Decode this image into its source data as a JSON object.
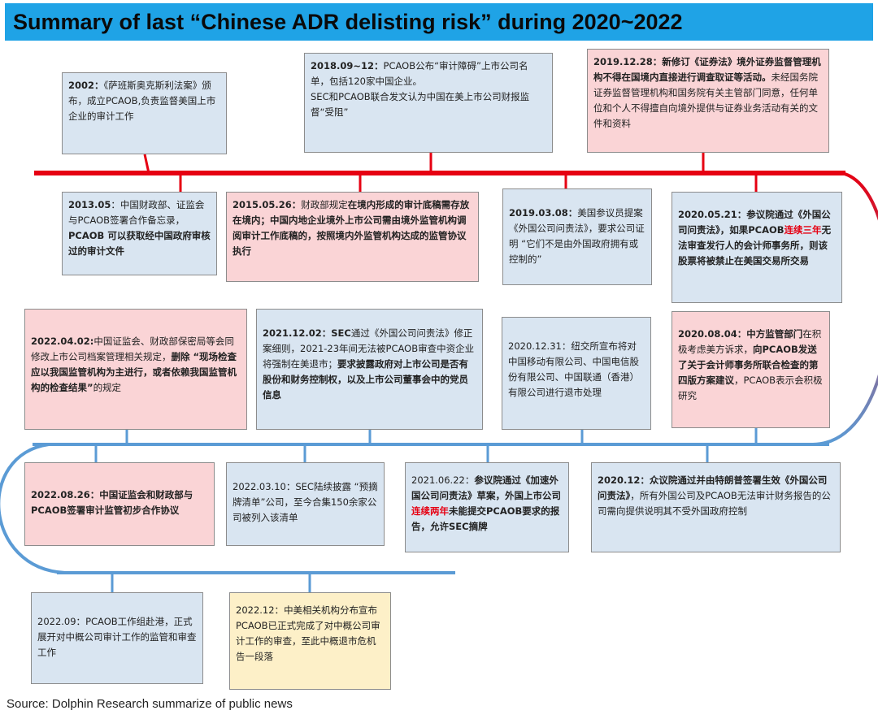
{
  "title": "Summary of last  “Chinese ADR delisting risk” during 2020~2022",
  "source": "Source: Dolphin Research summarize of public news",
  "colors": {
    "header": "#1fa3e6",
    "timeline": "#e60012",
    "timeline_blue": "#5b9bd5",
    "blue_box": "#d9e5f1",
    "pink_box": "#fad4d6",
    "yellow_box": "#fdf0c8",
    "highlight": "#e60012"
  },
  "events": {
    "e2002": {
      "date": "2002：",
      "text": "《萨班斯奥克斯利法案》颁布，成立PCAOB,负责监督美国上市企业的审计工作"
    },
    "e2018": {
      "date": "2018.09~12：",
      "text1": "PCAOB公布“审计障碍”上市公司名单，包括120家中国企业。",
      "text2": "SEC和PCAOB联合发文认为中国在美上市公司财报监督“受阻”"
    },
    "e2019a": {
      "date": "2019.12.28：",
      "bold": "新修订《证券法》境外证券监督管理机构不得在国境内直接进行调查取证等活动。",
      "text": "未经国务院证券监督管理机构和国务院有关主管部门同意，任何单位和个人不得擅自向境外提供与证券业务活动有关的文件和资料"
    },
    "e2013": {
      "date": "2013.05",
      "text": "：中国财政部、证监会与PCAOB签署合作备忘录，",
      "bold": "PCAOB 可以获取经中国政府审核过的审计文件"
    },
    "e2015": {
      "date": "2015.05.26：",
      "text": "财政部规定",
      "bold": "在境内形成的审计底稿需存放在境内；中国内地企业境外上市公司需由境外监管机构调阅审计工作底稿的，按照境内外监管机构达成的监管协议执行"
    },
    "e2019b": {
      "date": "2019.03.08：",
      "text": "美国参议员提案《外国公司问责法》，要求公司证明 “它们不是由外国政府拥有或控制的”"
    },
    "e2020a": {
      "date": "2020.05.21：",
      "bold1": "参议院通过《外国公司问责法》，如果PCAOB",
      "red": "连续三年",
      "bold2": "无法审查发行人的会计师事务所，则该股票将被禁止在美国交易所交易"
    },
    "e2022a": {
      "date": "2022.04.02:",
      "text": "中国证监会、财政部保密局等会同修改上市公司档案管理相关规定，",
      "bold": "删除 “现场检查应以我国监管机构为主进行，或者依赖我国监管机构的检查结果”",
      "text2": "的规定"
    },
    "e2021a": {
      "date": "2021.12.02：",
      "bold1": "SEC",
      "text": "通过《外国公司问责法》修正案细则，2021-23年间无法被PCAOB审查中资企业将强制在美退市；",
      "bold2": "要求披露政府对上市公司是否有股份和财务控制权，以及上市公司董事会中的党员信息"
    },
    "e2020b": {
      "date": "2020.12.31：",
      "text": "纽交所宣布将对中国移动有限公司、中国电信股份有限公司、中国联通（香港）有限公司进行退市处理"
    },
    "e2020c": {
      "date": "2020.08.04：",
      "bold1": "中方监管部门",
      "text1": "在积极考虑美方诉求，",
      "bold2": "向PCAOB发送了关于会计师事务所联合检查的第四版方案建议",
      "text2": "，PCAOB表示会积极研究"
    },
    "e2022b": {
      "date": "2022.08.26：",
      "bold": "中国证监会和财政部与PCAOB签署审计监管初步合作协议"
    },
    "e2022c": {
      "date": "2022.03.10：",
      "text": "SEC陆续披露 “预摘牌清单”公司，至今合集150余家公司被列入该清单"
    },
    "e2021b": {
      "date": "2021.06.22：",
      "bold1": "参议院通过《加速外国公司问责法》草案，外国上市公司",
      "red": "连续两年",
      "bold2": "未能提交PCAOB要求的报告，允许SEC摘牌"
    },
    "e2020d": {
      "date": "2020.12：",
      "bold": "众议院通过并由特朗普签署生效《外国公司问责法》",
      "text": "，所有外国公司及PCAOB无法审计财务报告的公司需向提供说明其不受外国政府控制"
    },
    "e2022d": {
      "date": "2022.09：",
      "text": "PCAOB工作组赴港，正式展开对中概公司审计工作的监管和审查工作"
    },
    "e2022e": {
      "date": "2022.12：",
      "text": "中美相关机构分布宣布PCAOB已正式完成了对中概公司审计工作的审查，至此中概退市危机告一段落"
    }
  }
}
